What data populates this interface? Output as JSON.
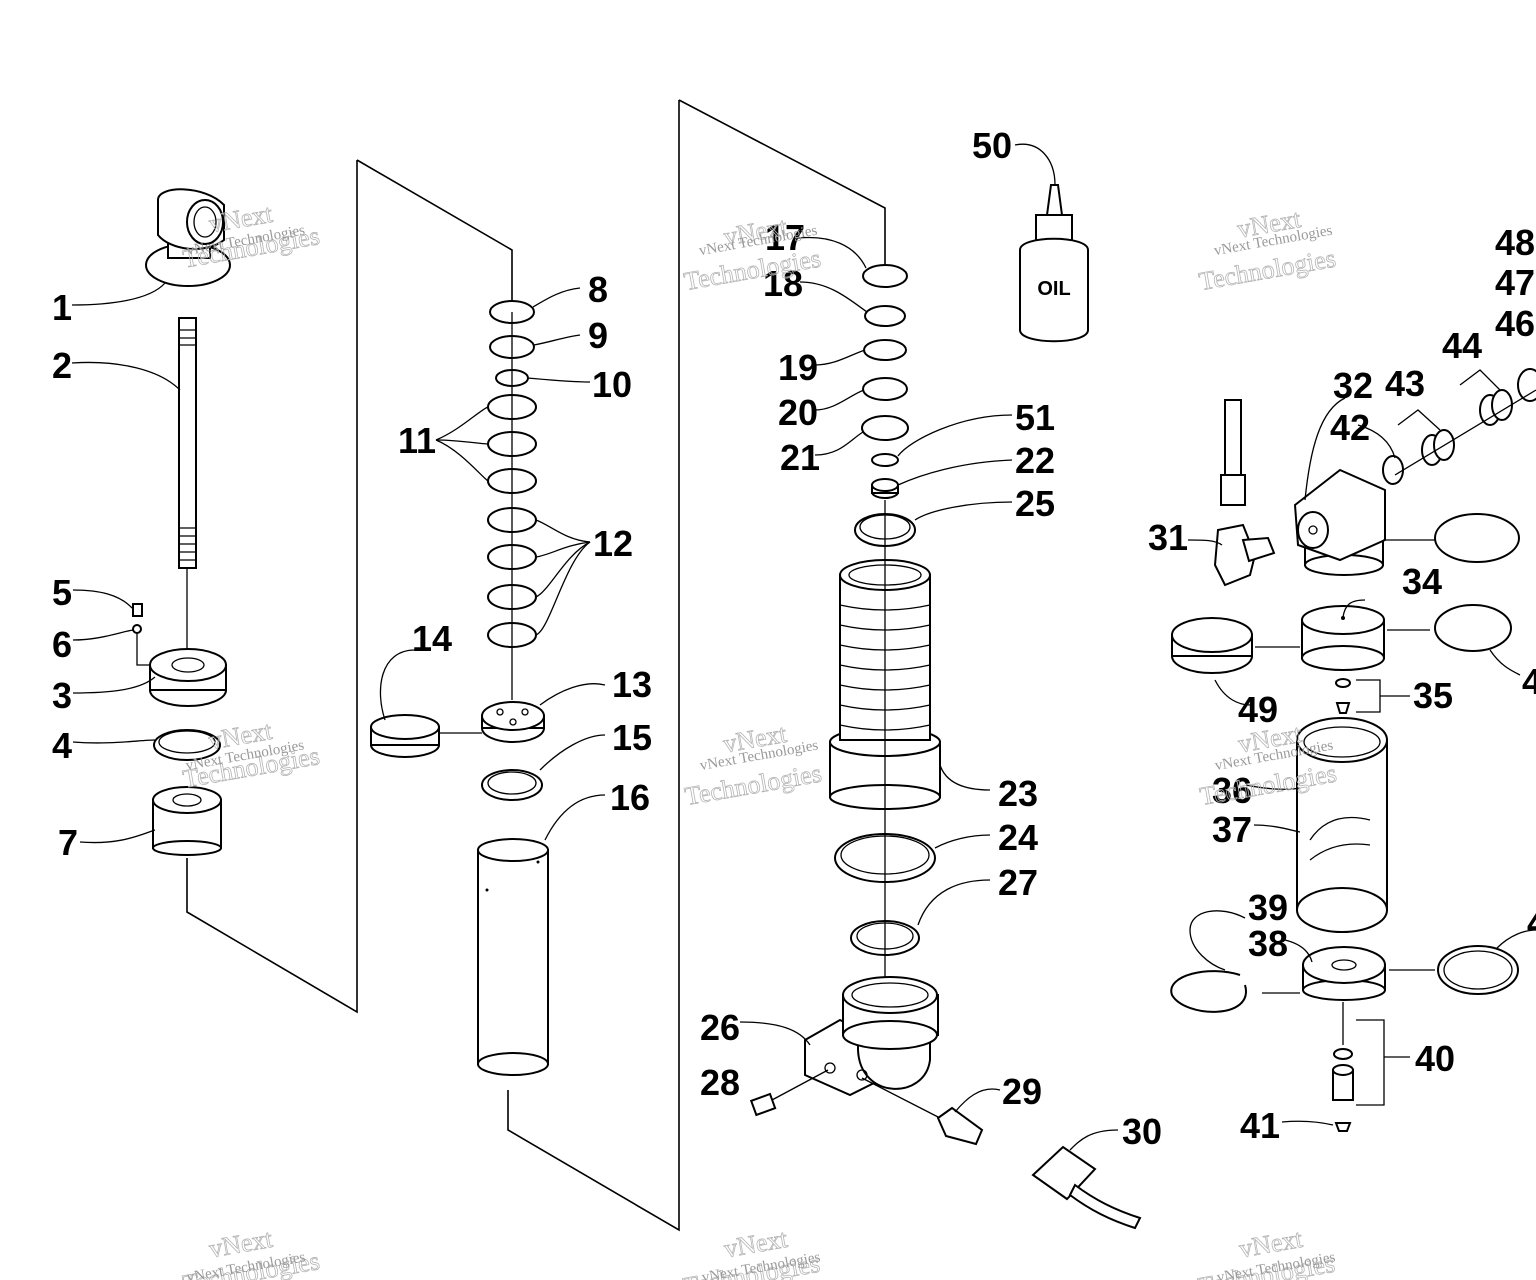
{
  "diagram": {
    "bottle_label": "OIL",
    "watermark": {
      "line1": "vNext Technologies",
      "line2": "vNext",
      "line3": "Technologies"
    },
    "callouts": {
      "c1": "1",
      "c2": "2",
      "c3": "3",
      "c4": "4",
      "c5": "5",
      "c6": "6",
      "c7": "7",
      "c8": "8",
      "c9": "9",
      "c10": "10",
      "c11": "11",
      "c12": "12",
      "c13": "13",
      "c14": "14",
      "c15": "15",
      "c16": "16",
      "c17": "17",
      "c18": "18",
      "c19": "19",
      "c20": "20",
      "c21": "21",
      "c22": "22",
      "c23": "23",
      "c24": "24",
      "c25": "25",
      "c26": "26",
      "c27": "27",
      "c28": "28",
      "c29": "29",
      "c30": "30",
      "c31": "31",
      "c32": "32",
      "c34": "34",
      "c35": "35",
      "c36": "36",
      "c37": "37",
      "c38": "38",
      "c39": "39",
      "c40": "40",
      "c41": "41",
      "c42": "42",
      "c43": "43",
      "c44": "44",
      "c46": "46",
      "c47": "47",
      "c48": "48",
      "c49": "49",
      "c50": "50",
      "c51": "51",
      "c4b": "4",
      "c4c": "4"
    }
  }
}
